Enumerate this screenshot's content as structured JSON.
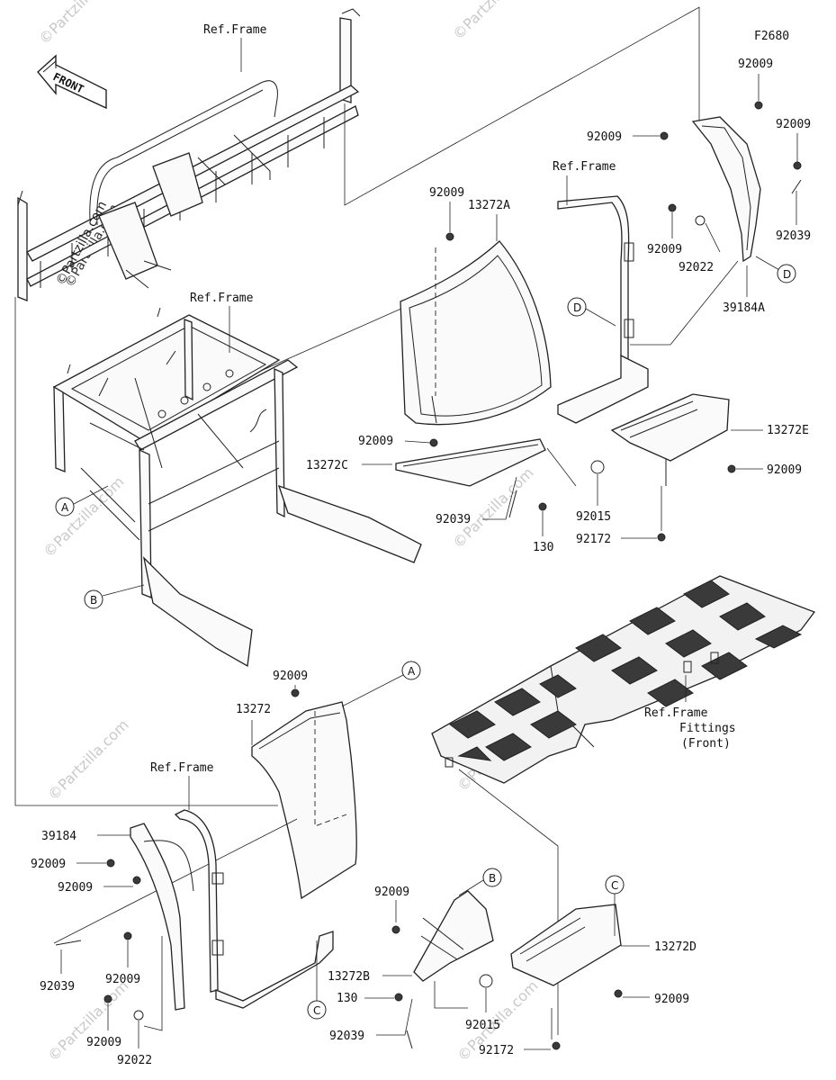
{
  "diagram_code": "F2680",
  "front_arrow": "FRONT",
  "watermark": "©Partzilla.com",
  "callouts": [
    "A",
    "B",
    "C",
    "D"
  ],
  "labels": {
    "ref_frame_top": "Ref.Frame",
    "ref_frame_right": "Ref.Frame",
    "ref_frame_mid": "Ref.Frame",
    "ref_frame_lower": "Ref.Frame",
    "ref_frame_fittings_1": "Ref.Frame",
    "ref_frame_fittings_2": "Fittings",
    "ref_frame_fittings_3": "(Front)"
  },
  "parts": {
    "p92009_a": "92009",
    "p92009_b": "92009",
    "p92009_c": "92009",
    "p92009_d": "92009",
    "p92039_a": "92039",
    "p92022_a": "92022",
    "p39184A": "39184A",
    "p92009_e": "92009",
    "p13272A": "13272A",
    "p92009_f": "92009",
    "p13272C": "13272C",
    "p92039_b": "92039",
    "p130_a": "130",
    "p92015_a": "92015",
    "p92172_a": "92172",
    "p13272E": "13272E",
    "p92009_g": "92009",
    "p92009_h": "92009",
    "p13272": "13272",
    "p39184": "39184",
    "p92009_i": "92009",
    "p92009_j": "92009",
    "p92039_c": "92039",
    "p92009_k": "92009",
    "p92009_l": "92009",
    "p92022_b": "92022",
    "p92009_m": "92009",
    "p13272B": "13272B",
    "p130_b": "130",
    "p92039_d": "92039",
    "p92015_b": "92015",
    "p92172_b": "92172",
    "p13272D": "13272D",
    "p92009_n": "92009"
  }
}
